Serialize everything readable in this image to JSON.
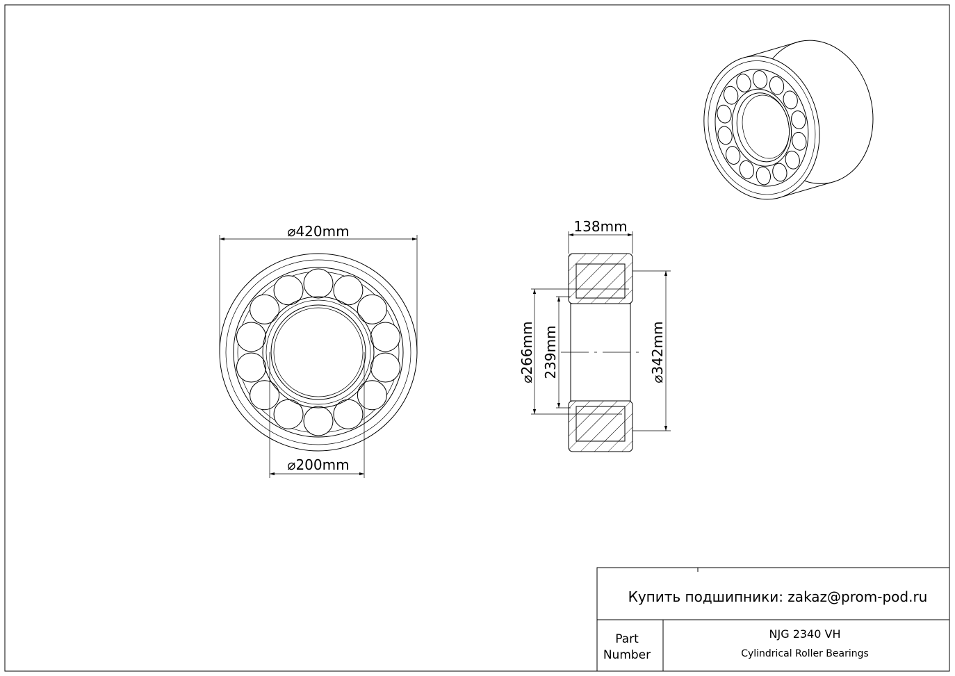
{
  "drawing": {
    "dimensions": {
      "outer_diameter": "⌀420mm",
      "bore_diameter": "⌀200mm",
      "width": "138mm",
      "outer_raceway_diameter": "⌀342mm",
      "inner_ring_shoulder_diameter": "⌀266mm",
      "inner_raceway": "239mm"
    },
    "roller_count": 14
  },
  "title_block": {
    "contact": "Купить подшипники: zakaz@prom-pod.ru",
    "part_label_line1": "Part",
    "part_label_line2": "Number",
    "part_number": "NJG 2340 VH",
    "part_type": "Cylindrical Roller Bearings"
  }
}
